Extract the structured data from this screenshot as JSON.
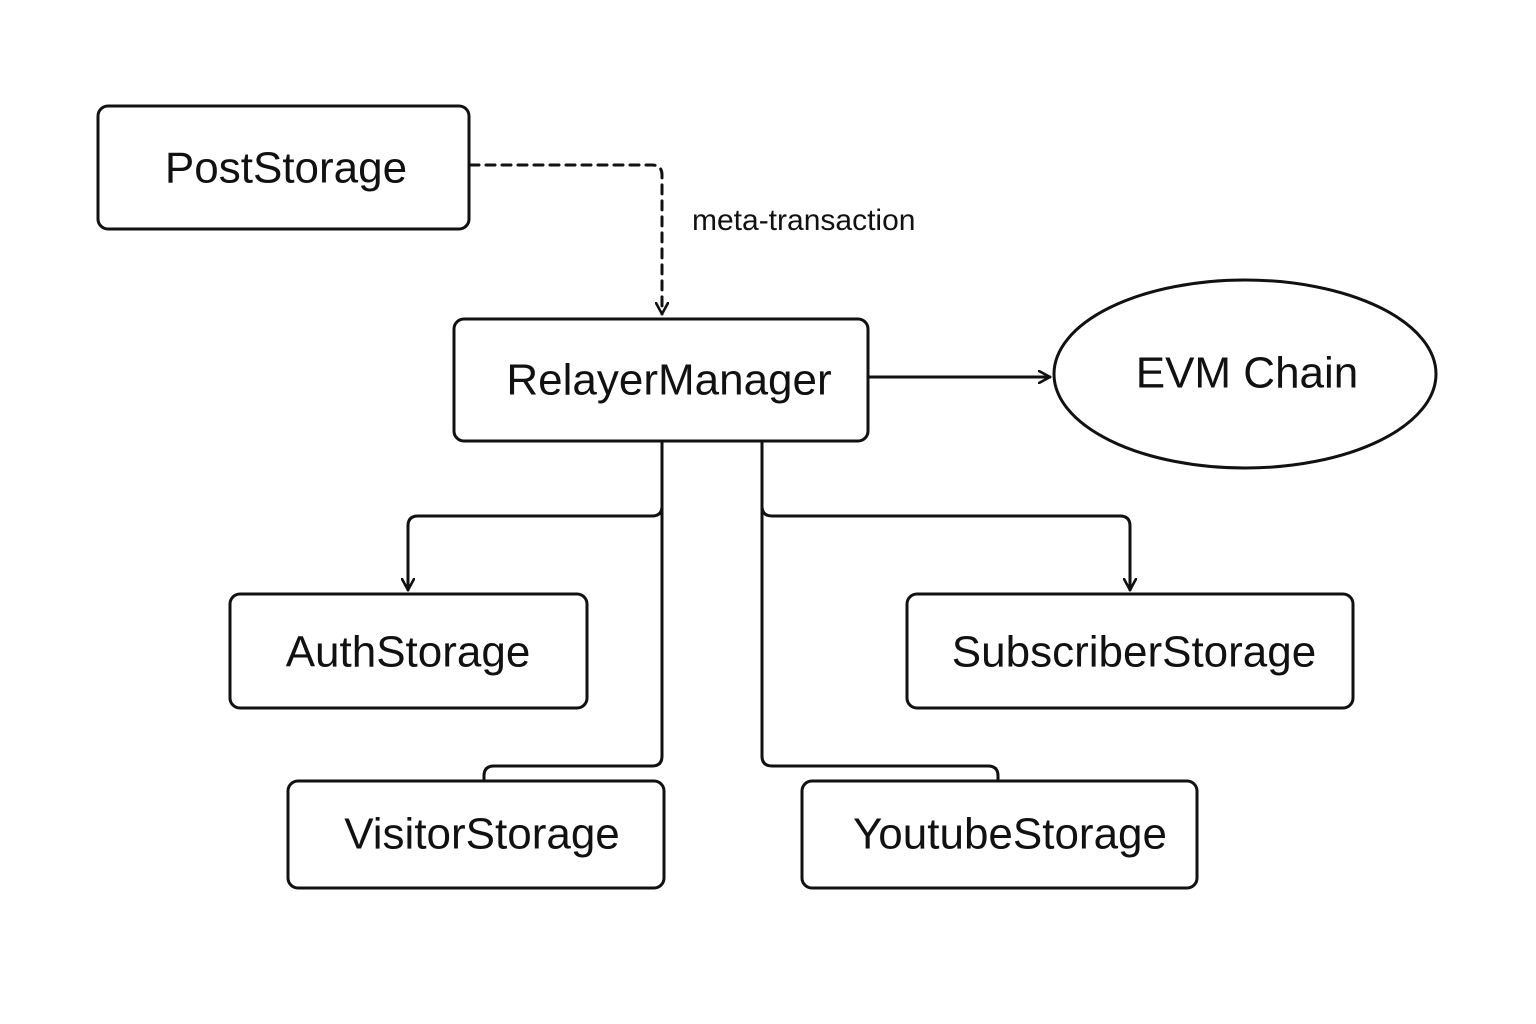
{
  "nodes": {
    "post_storage": "PostStorage",
    "relayer_manager": "RelayerManager",
    "evm_chain": "EVM Chain",
    "auth_storage": "AuthStorage",
    "subscriber_storage": "SubscriberStorage",
    "visitor_storage": "VisitorStorage",
    "youtube_storage": "YoutubeStorage"
  },
  "edges": {
    "post_to_relayer_label": "meta-transaction"
  },
  "style": {
    "stroke_color": "#111111",
    "background": "#ffffff"
  }
}
